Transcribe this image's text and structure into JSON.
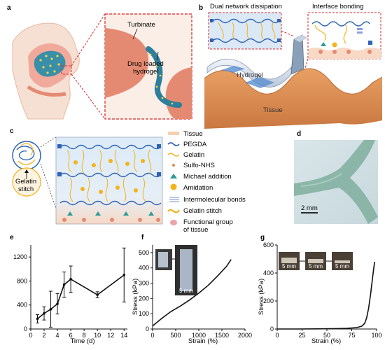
{
  "panels": {
    "a": {
      "label": "a",
      "texts": {
        "turbinate": "Turbinate",
        "drug1": "Drug loaded",
        "drug2": "hydrogel"
      }
    },
    "b": {
      "label": "b",
      "titles": {
        "left": "Dual network dissipation",
        "right": "Interface bonding"
      },
      "texts": {
        "hydrogel": "Hydrogel",
        "tissue": "Tissue"
      }
    },
    "c": {
      "label": "c",
      "stitch": [
        "Gelatin",
        "stitch"
      ],
      "legend": [
        "Tissue",
        "PEGDA",
        "Gelatin",
        "Sulfo-NHS",
        "Michael addition",
        "Amidation",
        "Intermolecular bonds",
        "Gelatin stitch",
        "Functional group",
        "of tissue"
      ]
    },
    "d": {
      "label": "d",
      "scale": "2 mm"
    },
    "e": {
      "label": "e"
    },
    "f": {
      "label": "f",
      "inset_scale": "5 mm"
    },
    "g": {
      "label": "g",
      "inset_scales": [
        "5 mm",
        "5 mm",
        "5 mm"
      ]
    }
  },
  "colors": {
    "hydrogel_blue": "#2c63b6",
    "gelatin_yellow": "#f2b31c",
    "tissue_salmon": "#e58a72",
    "tissue_orange": "#d98d55",
    "teal": "#2d9b97",
    "dash_red": "#d9262a"
  },
  "chart_data": [
    {
      "panel": "e",
      "type": "line",
      "x": [
        1,
        2,
        3,
        4,
        5,
        6,
        10,
        14
      ],
      "y": [
        170,
        260,
        330,
        420,
        740,
        830,
        570,
        900
      ],
      "err": [
        70,
        110,
        300,
        170,
        210,
        220,
        50,
        450
      ],
      "xlabel": "Time (d)",
      "ylabel": "",
      "xticks": [
        0,
        2,
        4,
        6,
        8,
        10,
        12,
        14
      ],
      "yticks": [
        0,
        400,
        800,
        1200
      ],
      "xlim": [
        0,
        14.5
      ],
      "ylim": [
        0,
        1400
      ]
    },
    {
      "panel": "f",
      "type": "line",
      "x": [
        0,
        200,
        400,
        600,
        800,
        1000,
        1200,
        1400,
        1600,
        1700
      ],
      "y": [
        20,
        70,
        115,
        150,
        190,
        235,
        285,
        345,
        410,
        455
      ],
      "xlabel": "Strain (%)",
      "ylabel": "Stress (kPa)",
      "xticks": [
        0,
        500,
        1000,
        1500,
        2000
      ],
      "yticks": [
        0,
        100,
        200,
        300,
        400,
        500
      ],
      "xlim": [
        0,
        2000
      ],
      "ylim": [
        0,
        550
      ]
    },
    {
      "panel": "g",
      "type": "line",
      "x": [
        0,
        20,
        40,
        60,
        70,
        80,
        85,
        88,
        90,
        92,
        94,
        96,
        98
      ],
      "y": [
        0,
        0,
        1,
        3,
        5,
        10,
        20,
        40,
        80,
        150,
        250,
        370,
        480
      ],
      "xlabel": "Strain (%)",
      "ylabel": "Stress (kPa)",
      "xticks": [
        0,
        25,
        50,
        75,
        100
      ],
      "yticks": [
        0,
        200,
        400,
        600
      ],
      "xlim": [
        0,
        100
      ],
      "ylim": [
        0,
        600
      ]
    }
  ]
}
